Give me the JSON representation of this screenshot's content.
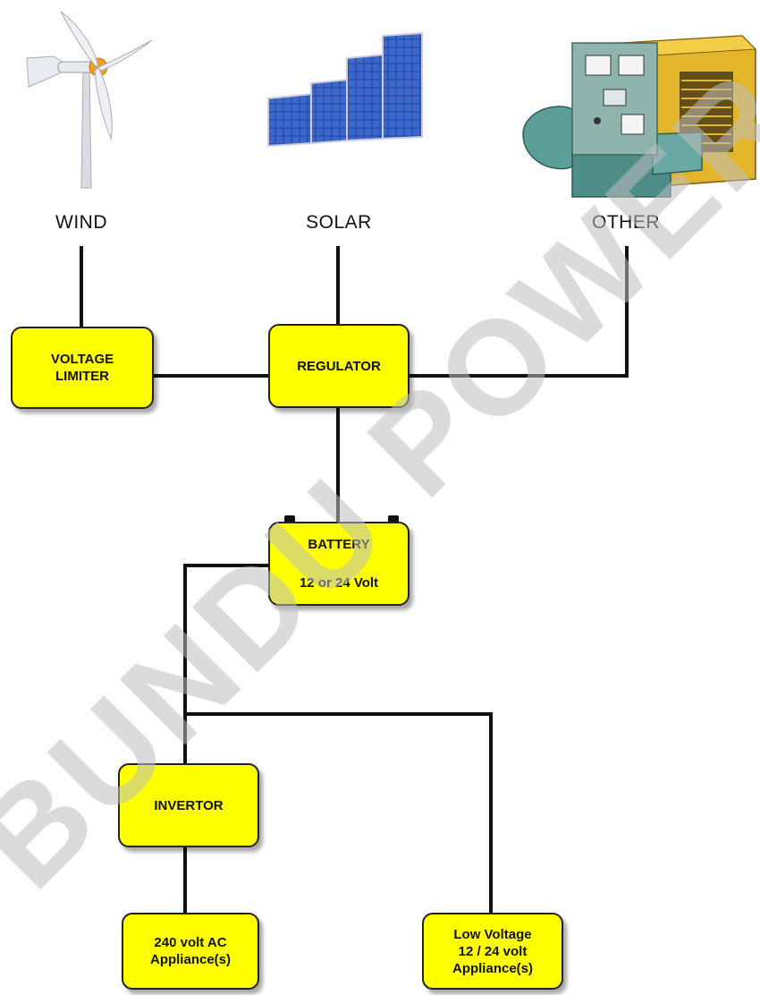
{
  "sources": {
    "wind": "WIND",
    "solar": "SOLAR",
    "other": "OTHER"
  },
  "boxes": {
    "voltage_limiter": [
      "VOLTAGE",
      "LIMITER"
    ],
    "regulator": "REGULATOR",
    "battery_title": "BATTERY",
    "battery_voltage": "12 or 24 Volt",
    "invertor": "INVERTOR",
    "ac_appliance": [
      "240 volt AC",
      "Appliance(s)"
    ],
    "low_voltage": [
      "Low Voltage",
      "12 / 24 volt",
      "Appliance(s)"
    ]
  },
  "watermark": "BUNDU POWER",
  "colors": {
    "box_fill": "#ffff00",
    "wire": "#111111",
    "watermark": "#bebebe"
  },
  "icons": [
    "wind-turbine-icon",
    "solar-panel-icon",
    "generator-icon"
  ]
}
